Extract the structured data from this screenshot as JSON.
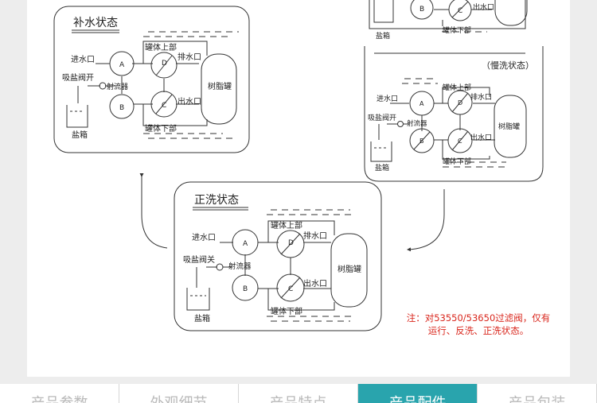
{
  "diagrams": {
    "refill": {
      "title": "补水状态",
      "inlet": "进水口",
      "brine_valve": "吸盐阀开",
      "ejector": "射流器",
      "brine_tank": "盐箱",
      "tank_top": "罐体上部",
      "tank_bottom": "罐体下部",
      "drain": "排水口",
      "outlet": "出水口",
      "resin_tank": "树脂罐",
      "valves": [
        "A",
        "B",
        "C",
        "D"
      ]
    },
    "top_right": {
      "brine_tank": "盐箱",
      "outlet": "出水口",
      "tank_bottom": "罐体下部",
      "valves": [
        "B",
        "C"
      ]
    },
    "slow_rinse": {
      "title": "（慢洗状态）",
      "inlet": "进水口",
      "brine_valve": "吸盐阀开",
      "ejector": "射流器",
      "brine_tank": "盐箱",
      "tank_top": "罐体上部",
      "tank_bottom": "罐体下部",
      "drain": "排水口",
      "outlet": "出水口",
      "resin_tank": "树脂罐",
      "valves": [
        "A",
        "B",
        "C",
        "D"
      ]
    },
    "forward_wash": {
      "title": "正洗状态",
      "inlet": "进水口",
      "brine_valve": "吸盐阀关",
      "ejector": "射流器",
      "brine_tank": "盐箱",
      "tank_top": "罐体上部",
      "tank_bottom": "罐体下部",
      "drain": "排水口",
      "outlet": "出水口",
      "resin_tank": "树脂罐",
      "valves": [
        "A",
        "B",
        "C",
        "D"
      ]
    }
  },
  "note": {
    "line1": "注：对53550/53650过滤阀，仅有",
    "line2": "运行、反洗、正洗状态。"
  },
  "tabs": [
    {
      "label": "产品参数",
      "active": false
    },
    {
      "label": "外观细节",
      "active": false
    },
    {
      "label": "产品特点",
      "active": false
    },
    {
      "label": "产品配件",
      "active": true
    },
    {
      "label": "产品包装",
      "active": false
    }
  ],
  "colors": {
    "accent": "#29a4ad",
    "note": "#d9261c",
    "line": "#333333",
    "background": "#ededed"
  }
}
